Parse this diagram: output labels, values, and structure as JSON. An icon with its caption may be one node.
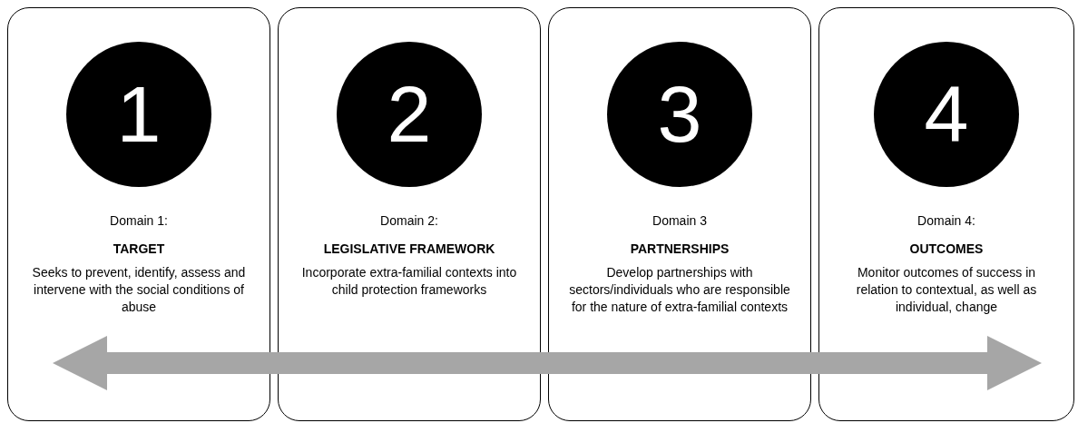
{
  "diagram": {
    "nodes": [
      {
        "text": [
          "Domain 1:",
          "TARGET",
          "Seeks to prevent, identify, assess and intervene with the social conditions of abuse"
        ]
      },
      {
        "text": [
          "1"
        ],
        "in": 0
      },
      {
        "text": [
          "Domain 2:",
          "LEGISLATIVE FRAMEWORK",
          "Incorporate extra-familial contexts into child protection frameworks"
        ]
      },
      {
        "text": [
          "2"
        ],
        "in": 2
      },
      {
        "text": [
          "Domain 3",
          "PARTNERSHIPS",
          "Develop partnerships with sectors/individuals who are responsible for the nature of extra-familial contexts"
        ]
      },
      {
        "text": [
          "3"
        ],
        "in": 4
      },
      {
        "text": [
          "Domain 4:",
          "OUTCOMES",
          "Monitor outcomes of success in relation to contextual, as well as individual, change"
        ]
      },
      {
        "text": [
          "4"
        ],
        "in": 6
      }
    ]
  }
}
